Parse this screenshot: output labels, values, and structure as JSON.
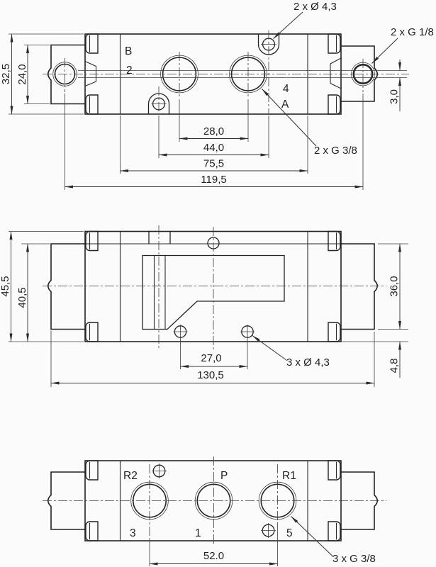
{
  "drawing": {
    "views": {
      "top": {
        "labels": {
          "b": "B",
          "two": "2",
          "four": "4",
          "a": "A"
        },
        "dims": {
          "body_height": "32,5",
          "flange_height": "24,0",
          "port_spacing": "28,0",
          "hole_spacing": "44,0",
          "inner_width": "75,5",
          "total_width": "119,5",
          "pilot_offset": "3,0"
        },
        "callouts": {
          "mounting_holes": "2 x Ø 4,3",
          "pilot_threads": "2 x G 1/8",
          "port_threads": "2 x G 3/8"
        }
      },
      "middle": {
        "dims": {
          "total_height": "45,5",
          "step_height": "40,5",
          "flange_height": "36,0",
          "base_offset": "4,8",
          "hole_spacing": "27,0",
          "total_width": "130,5"
        },
        "callouts": {
          "mounting_holes": "3 x Ø 4,3"
        }
      },
      "bottom": {
        "labels": {
          "r2": "R2",
          "p": "P",
          "r1": "R1",
          "n3": "3",
          "n1": "1",
          "n5": "5"
        },
        "dims": {
          "port_spacing": "52.0"
        },
        "callouts": {
          "port_threads": "3 x G 3/8"
        }
      }
    },
    "colors": {
      "line": "#232323",
      "background": "#fbfbfb"
    }
  }
}
